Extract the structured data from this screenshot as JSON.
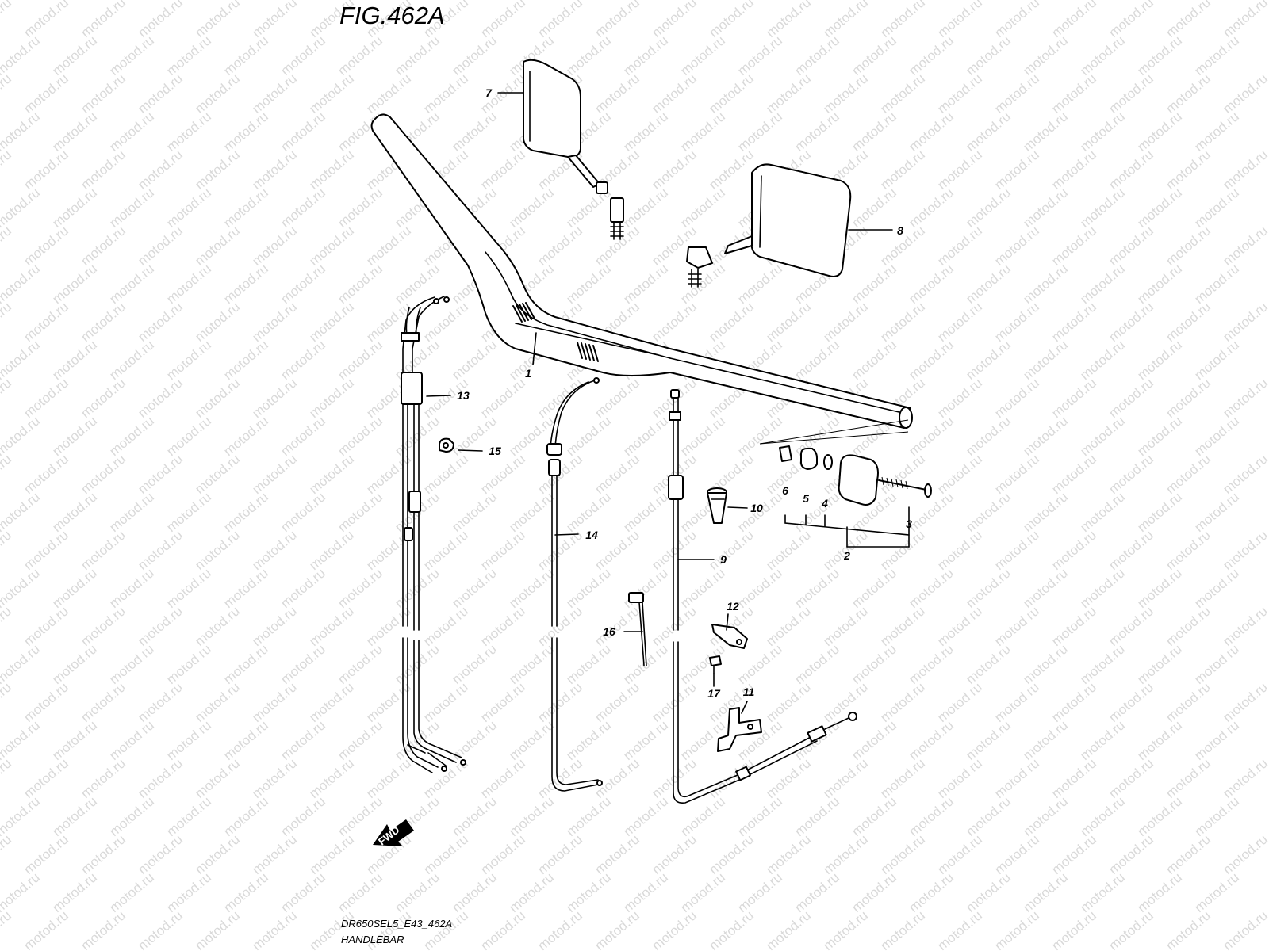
{
  "figure": {
    "title": "FIG.462A",
    "code": "DR650SEL5_E43_462A",
    "name": "HANDLEBAR",
    "fwd_label": "FWD",
    "watermark": "motod.ru"
  },
  "callouts": [
    {
      "id": "c1",
      "label": "1"
    },
    {
      "id": "c2",
      "label": "2"
    },
    {
      "id": "c3",
      "label": "3"
    },
    {
      "id": "c4",
      "label": "4"
    },
    {
      "id": "c5",
      "label": "5"
    },
    {
      "id": "c6",
      "label": "6"
    },
    {
      "id": "c7",
      "label": "7"
    },
    {
      "id": "c8",
      "label": "8"
    },
    {
      "id": "c9",
      "label": "9"
    },
    {
      "id": "c10",
      "label": "10"
    },
    {
      "id": "c11",
      "label": "11"
    },
    {
      "id": "c12",
      "label": "12"
    },
    {
      "id": "c13",
      "label": "13"
    },
    {
      "id": "c14",
      "label": "14"
    },
    {
      "id": "c15",
      "label": "15"
    },
    {
      "id": "c16",
      "label": "16"
    },
    {
      "id": "c17",
      "label": "17"
    }
  ]
}
